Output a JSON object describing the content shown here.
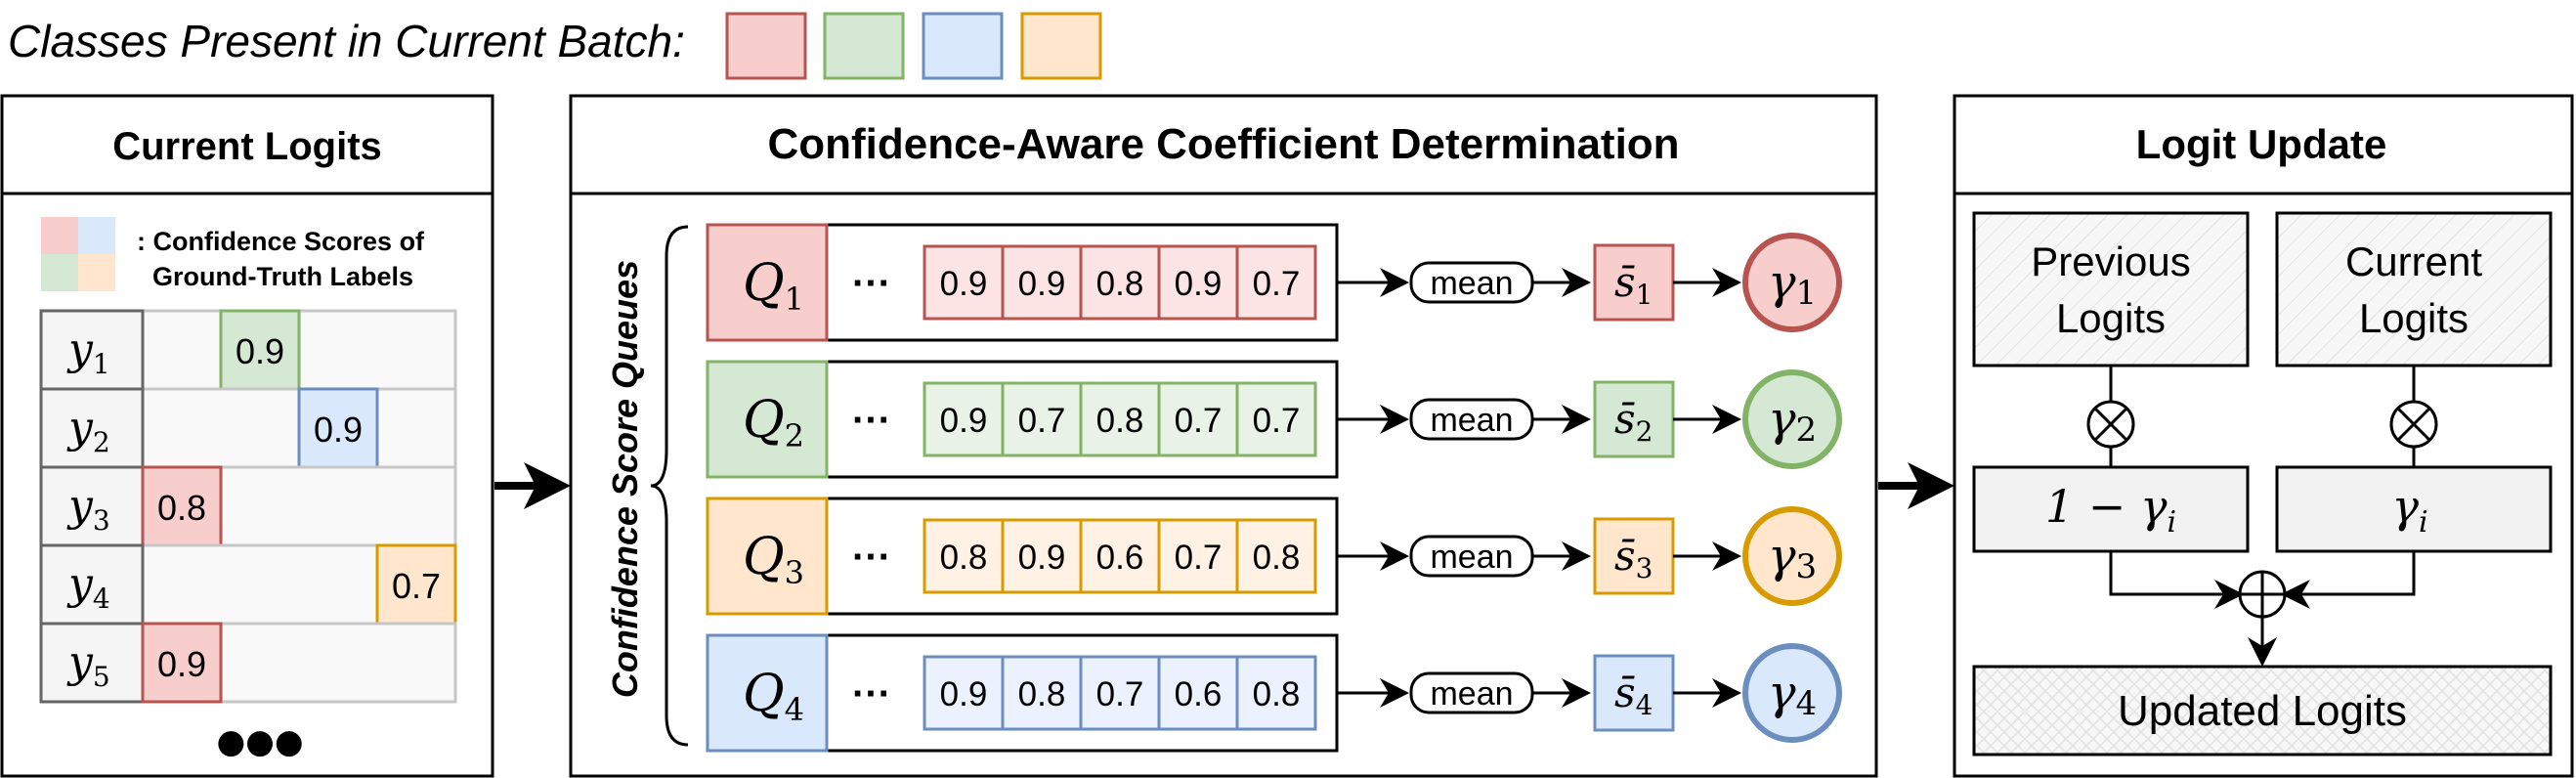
{
  "legend": {
    "label": "Classes Present in Current Batch:",
    "colors": [
      {
        "fill": "#f8cecc",
        "stroke": "#b85450"
      },
      {
        "fill": "#d5e8d4",
        "stroke": "#82b366"
      },
      {
        "fill": "#dae8fc",
        "stroke": "#6c8ebf"
      },
      {
        "fill": "#ffe6cc",
        "stroke": "#d79b00"
      }
    ]
  },
  "panels": {
    "current_logits": {
      "title": "Current Logits",
      "confidence_note_line1": ": Confidence Scores of",
      "confidence_note_line2": "Ground-Truth Labels",
      "rows": [
        {
          "label_base": "y",
          "label_sub": "1",
          "value": "0.9",
          "col": 1,
          "color": 1
        },
        {
          "label_base": "y",
          "label_sub": "2",
          "value": "0.9",
          "col": 2,
          "color": 2
        },
        {
          "label_base": "y",
          "label_sub": "3",
          "value": "0.8",
          "col": 0,
          "color": 0
        },
        {
          "label_base": "y",
          "label_sub": "4",
          "value": "0.7",
          "col": 3,
          "color": 3
        },
        {
          "label_base": "y",
          "label_sub": "5",
          "value": "0.9",
          "col": 0,
          "color": 0
        }
      ],
      "more": "●●●"
    },
    "coefficient": {
      "title": "Confidence-Aware Coefficient Determination",
      "side_label": "Confidence Score Queues",
      "ellipsis": "···",
      "mean_label": "mean",
      "queues": [
        {
          "q_base": "Q",
          "q_sub": "1",
          "scores": [
            "0.9",
            "0.9",
            "0.8",
            "0.9",
            "0.7"
          ],
          "s_base": "s̄",
          "s_sub": "1",
          "gamma_base": "γ",
          "gamma_sub": "1",
          "color": 0
        },
        {
          "q_base": "Q",
          "q_sub": "2",
          "scores": [
            "0.9",
            "0.7",
            "0.8",
            "0.7",
            "0.7"
          ],
          "s_base": "s̄",
          "s_sub": "2",
          "gamma_base": "γ",
          "gamma_sub": "2",
          "color": 1
        },
        {
          "q_base": "Q",
          "q_sub": "3",
          "scores": [
            "0.8",
            "0.9",
            "0.6",
            "0.7",
            "0.8"
          ],
          "s_base": "s̄",
          "s_sub": "3",
          "gamma_base": "γ",
          "gamma_sub": "3",
          "color": 3
        },
        {
          "q_base": "Q",
          "q_sub": "4",
          "scores": [
            "0.9",
            "0.8",
            "0.7",
            "0.6",
            "0.8"
          ],
          "s_base": "s̄",
          "s_sub": "4",
          "gamma_base": "γ",
          "gamma_sub": "4",
          "color": 2
        }
      ]
    },
    "logit_update": {
      "title": "Logit Update",
      "previous_line1": "Previous",
      "previous_line2": "Logits",
      "current_line1": "Current",
      "current_line2": "Logits",
      "multiply_symbol": "⊗",
      "add_symbol": "⊕",
      "one_minus_gamma": "1 − γ",
      "one_minus_gamma_sub": "i",
      "gamma_i": "γ",
      "gamma_i_sub": "i",
      "updated": "Updated Logits"
    }
  }
}
